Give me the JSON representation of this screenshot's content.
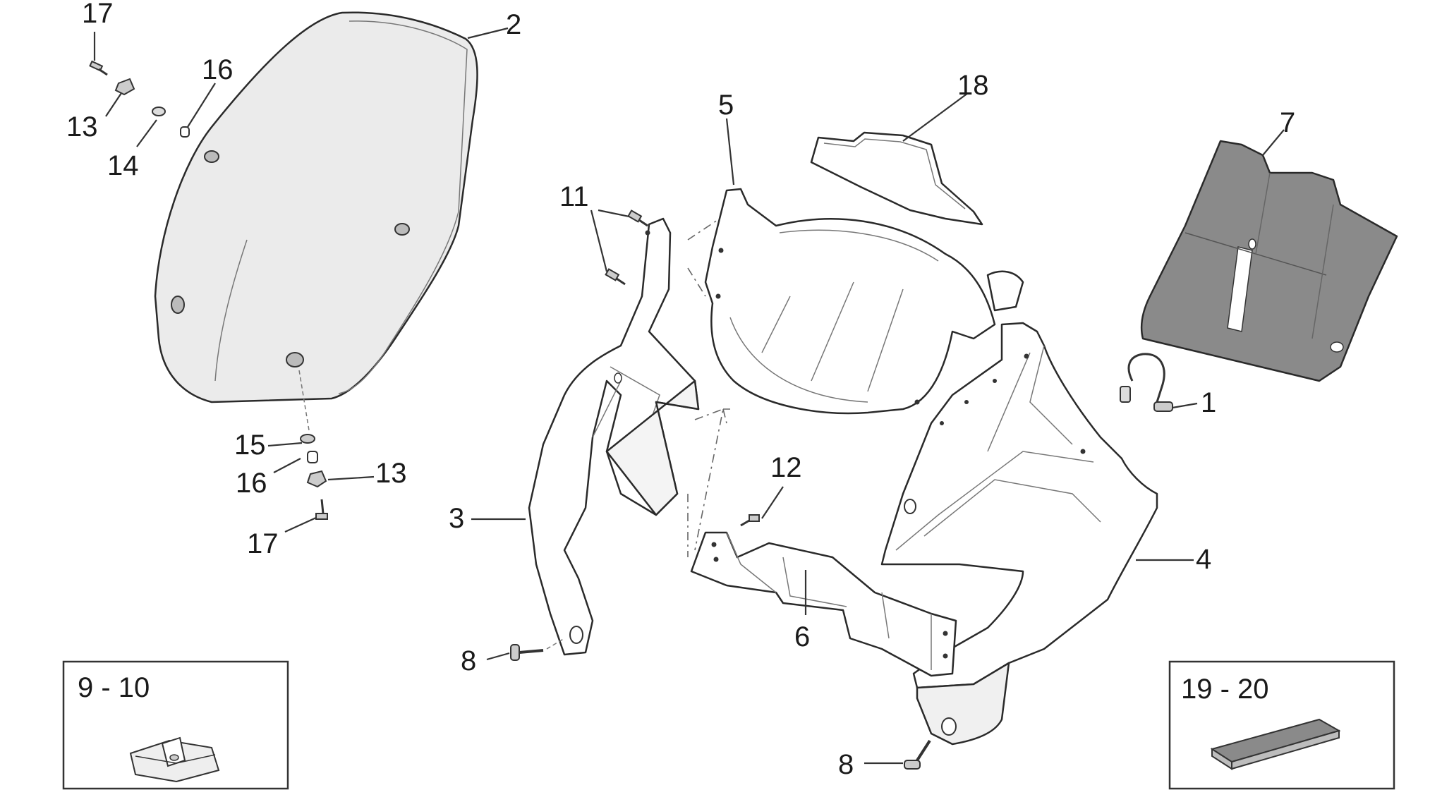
{
  "callouts": {
    "c1": "1",
    "c2": "2",
    "c3": "3",
    "c4": "4",
    "c5": "5",
    "c6": "6",
    "c7": "7",
    "c8a": "8",
    "c8b": "8",
    "c11": "11",
    "c12": "12",
    "c13a": "13",
    "c13b": "13",
    "c14": "14",
    "c15": "15",
    "c16a": "16",
    "c16b": "16",
    "c17a": "17",
    "c17b": "17",
    "c18": "18"
  },
  "insets": {
    "left_label": "9 - 10",
    "right_label": "19 - 20"
  },
  "colors": {
    "line": "#2a2a2a",
    "windscreen_fill": "#e8e8e8",
    "shield_fill": "#8a8a8a"
  }
}
